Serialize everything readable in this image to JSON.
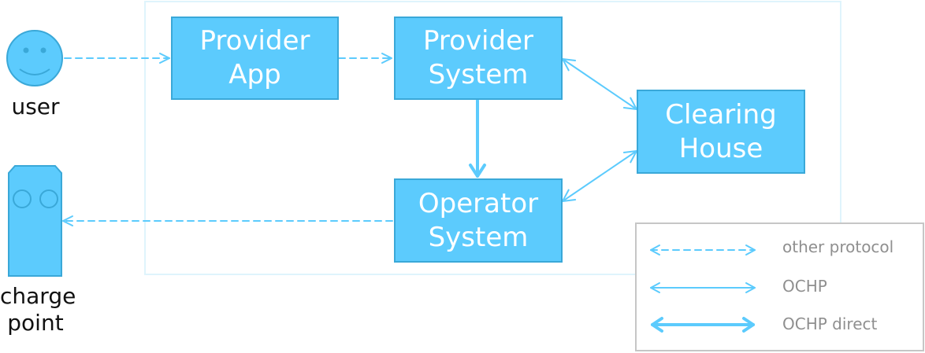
{
  "colors": {
    "box_fill": "#5ccbfd",
    "box_border": "#3aa8d8",
    "arrow": "#5ccbfd",
    "frame": "#dff4fc",
    "legend_border": "#c6c6c6",
    "legend_text": "#8f8f8f"
  },
  "actors": {
    "user": {
      "label": "user",
      "icon": "smiley-face-icon"
    },
    "charge_point": {
      "label": "charge\npoint",
      "icon": "charge-point-icon"
    }
  },
  "nodes": {
    "provider_app": "Provider\nApp",
    "provider_system": "Provider\nSystem",
    "clearing_house": "Clearing\nHouse",
    "operator_system": "Operator\nSystem"
  },
  "edges": [
    {
      "from": "user",
      "to": "provider_app",
      "style": "other protocol",
      "directed": true
    },
    {
      "from": "provider_app",
      "to": "provider_system",
      "style": "other protocol",
      "directed": true
    },
    {
      "from": "provider_system",
      "to": "clearing_house",
      "style": "OCHP",
      "directed": "both"
    },
    {
      "from": "operator_system",
      "to": "clearing_house",
      "style": "OCHP",
      "directed": "both"
    },
    {
      "from": "provider_system",
      "to": "operator_system",
      "style": "OCHP direct",
      "directed": true
    },
    {
      "from": "operator_system",
      "to": "charge_point",
      "style": "other protocol",
      "directed": true
    }
  ],
  "legend": {
    "other_protocol": "other protocol",
    "ochp": "OCHP",
    "ochp_direct": "OCHP direct"
  }
}
